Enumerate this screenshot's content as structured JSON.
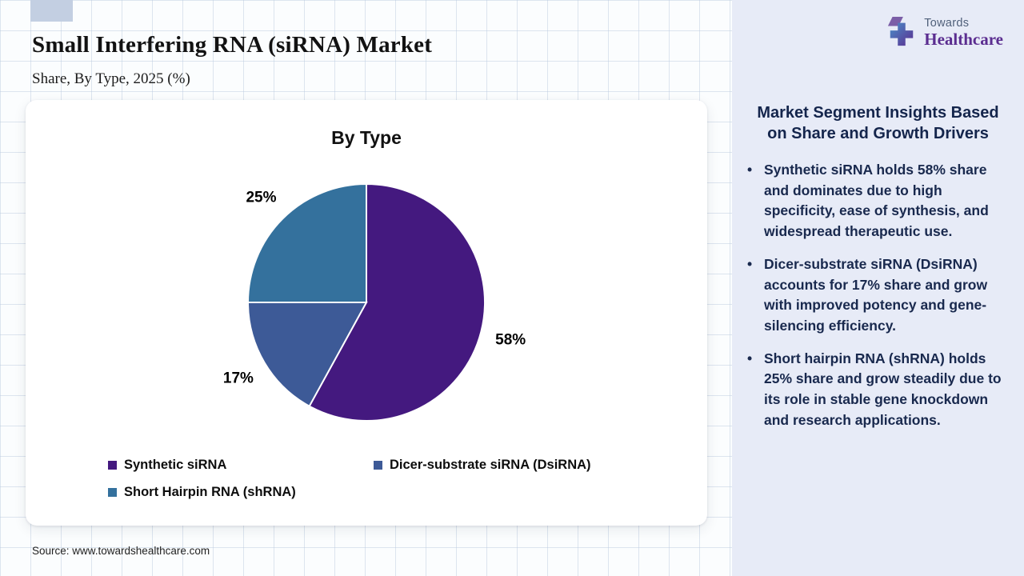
{
  "header": {
    "title": "Small Interfering RNA (siRNA) Market",
    "subtitle": "Share, By Type, 2025 (%)"
  },
  "source_text": "Source: www.towardshealthcare.com",
  "brand": {
    "name_top": "Towards",
    "name_bottom": "Healthcare"
  },
  "insights": {
    "heading": "Market Segment Insights Based on Share and Growth Drivers",
    "bullets": [
      "Synthetic siRNA holds 58% share and dominates due to high specificity, ease of synthesis, and widespread therapeutic use.",
      "Dicer-substrate siRNA (DsiRNA) accounts for 17% share and grow with improved potency and gene-silencing efficiency.",
      "Short hairpin RNA (shRNA) holds 25% share and grow steadily due to its role in stable gene knockdown and research applications."
    ]
  },
  "chart_data": {
    "type": "pie",
    "title": "By Type",
    "labels": [
      "Synthetic siRNA",
      "Dicer-substrate siRNA (DsiRNA)",
      "Short Hairpin RNA (shRNA)"
    ],
    "values": [
      58,
      17,
      25
    ],
    "data_labels": [
      "58%",
      "17%",
      "25%"
    ],
    "colors": [
      "#44197f",
      "#3d5a97",
      "#34719d"
    ],
    "start_angle": "top",
    "direction": "clockwise",
    "legend_position": "bottom"
  }
}
